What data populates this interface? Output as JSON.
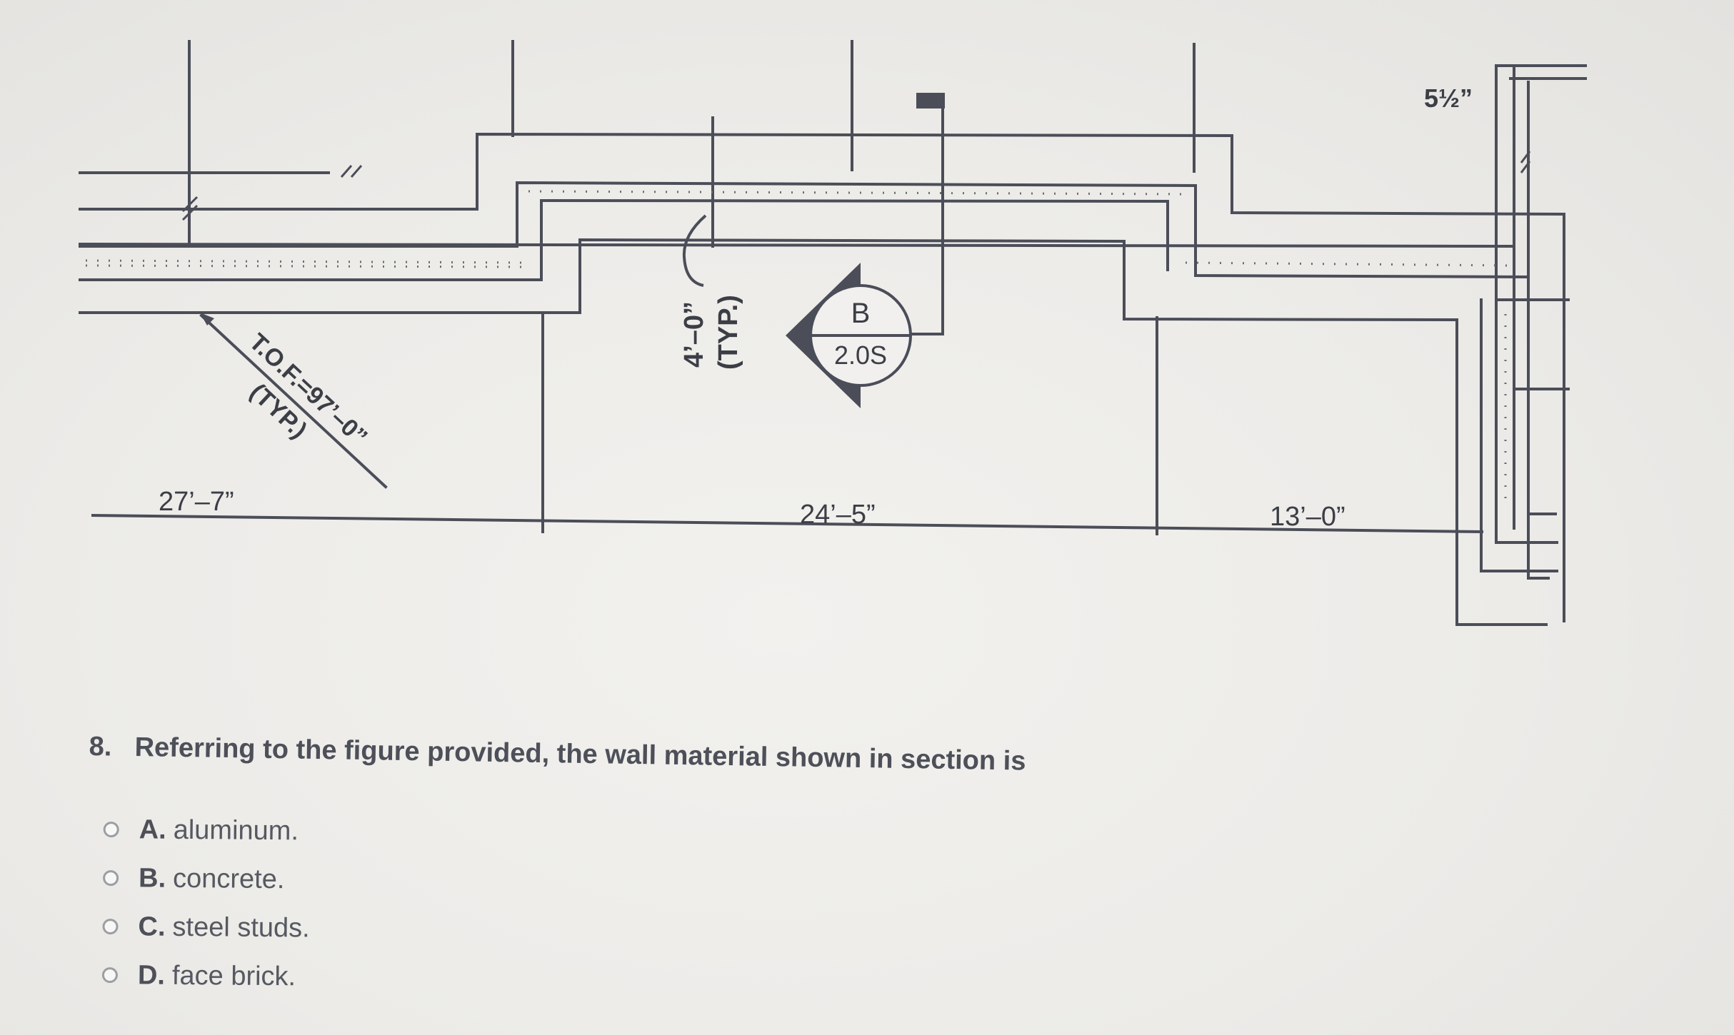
{
  "figure": {
    "dim_left": "27’–7”",
    "dim_mid": "24’–5”",
    "dim_right": "13’–0”",
    "dim_top": "5½”",
    "spacing_label": "4’–0”",
    "spacing_note": "(TYP.)",
    "tof_label": "T.O.F.=97’–0”",
    "tof_note": "(TYP.)",
    "section_letter": "B",
    "section_sheet": "2.0S"
  },
  "question": {
    "number": "8.",
    "text": "Referring to the figure provided, the wall material shown in section is"
  },
  "options": [
    {
      "letter": "A.",
      "text": "aluminum."
    },
    {
      "letter": "B.",
      "text": "concrete."
    },
    {
      "letter": "C.",
      "text": "steel studs."
    },
    {
      "letter": "D.",
      "text": "face brick."
    }
  ]
}
